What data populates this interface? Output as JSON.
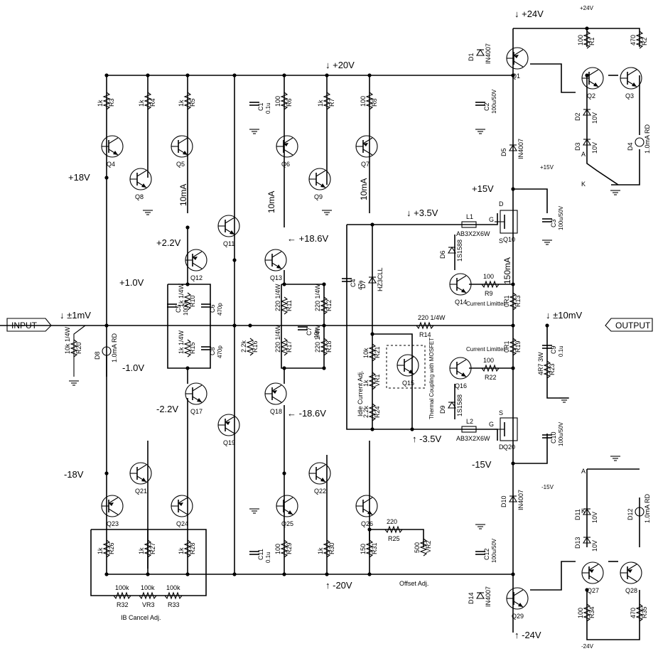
{
  "tags": {
    "input": "INPUT",
    "output": "OUTPUT"
  },
  "voltages": [
    {
      "id": "v-plus24-top",
      "text": "↓  +24V"
    },
    {
      "id": "v-plus24-small",
      "text": "+24V"
    },
    {
      "id": "v-plus20",
      "text": "↓  +20V"
    },
    {
      "id": "v-plus18",
      "text": "+18V"
    },
    {
      "id": "v-plus15",
      "text": "+15V"
    },
    {
      "id": "v-plus15-small",
      "text": "+15V"
    },
    {
      "id": "v-plus3-5",
      "text": "↓  +3.5V"
    },
    {
      "id": "v-plus2-2",
      "text": "+2.2V"
    },
    {
      "id": "v-plus18-6",
      "text": "←  +18.6V"
    },
    {
      "id": "v-plus1-0",
      "text": "+1.0V"
    },
    {
      "id": "v-in-1mv",
      "text": "↓  ±1mV"
    },
    {
      "id": "v-out-10mv",
      "text": "↓  ±10mV"
    },
    {
      "id": "v-minus1-0",
      "text": "-1.0V"
    },
    {
      "id": "v-minus2-2",
      "text": "-2.2V"
    },
    {
      "id": "v-minus18-6",
      "text": "←  -18.6V"
    },
    {
      "id": "v-minus3-5",
      "text": "↑  -3.5V"
    },
    {
      "id": "v-minus18",
      "text": "-18V"
    },
    {
      "id": "v-minus15",
      "text": "-15V"
    },
    {
      "id": "v-minus15-small",
      "text": "-15V"
    },
    {
      "id": "v-minus20",
      "text": "↑  -20V"
    },
    {
      "id": "v-minus24",
      "text": "↑  -24V"
    },
    {
      "id": "v-minus24-small",
      "text": "-24V"
    }
  ],
  "currents": [
    {
      "id": "i-q5",
      "text": "10mA"
    },
    {
      "id": "i-q13",
      "text": "10mA"
    },
    {
      "id": "i-q7",
      "text": "10mA"
    },
    {
      "id": "i-out",
      "text": "150mA"
    }
  ],
  "transistors": [
    "Q1",
    "Q2",
    "Q3",
    "Q4",
    "Q5",
    "Q6",
    "Q7",
    "Q8",
    "Q9",
    "Q10",
    "Q11",
    "Q12",
    "Q13",
    "Q14",
    "Q15",
    "Q16",
    "Q17",
    "Q18",
    "Q19",
    "Q20",
    "Q21",
    "Q22",
    "Q23",
    "Q24",
    "Q25",
    "Q26",
    "Q27",
    "Q28",
    "Q29"
  ],
  "resistors": [
    {
      "ref": "R1",
      "val": "100"
    },
    {
      "ref": "R2",
      "val": "470"
    },
    {
      "ref": "R3",
      "val": "1k"
    },
    {
      "ref": "R4",
      "val": "1k"
    },
    {
      "ref": "R5",
      "val": "1k"
    },
    {
      "ref": "R6",
      "val": "100"
    },
    {
      "ref": "R7",
      "val": "1k"
    },
    {
      "ref": "R8",
      "val": "100"
    },
    {
      "ref": "R9",
      "val": "100"
    },
    {
      "ref": "R10",
      "val": "1k 1/4W"
    },
    {
      "ref": "R11",
      "val": "220 1/4W"
    },
    {
      "ref": "R12",
      "val": "220 1/4W"
    },
    {
      "ref": "R13",
      "val": "0R1"
    },
    {
      "ref": "R14",
      "val": "220 1/4W"
    },
    {
      "ref": "R15",
      "val": "1k 1/4W"
    },
    {
      "ref": "R16",
      "val": "2.2k"
    },
    {
      "ref": "R17",
      "val": "220 1/4W"
    },
    {
      "ref": "R18",
      "val": "220 1/4W"
    },
    {
      "ref": "R19",
      "val": "0R1"
    },
    {
      "ref": "R20",
      "val": "10k 1/4W"
    },
    {
      "ref": "R21",
      "val": "10k"
    },
    {
      "ref": "R22",
      "val": "100"
    },
    {
      "ref": "R23",
      "val": "4R7 3W"
    },
    {
      "ref": "R24",
      "val": "2.2k"
    },
    {
      "ref": "R25",
      "val": "220"
    },
    {
      "ref": "R26",
      "val": "1k"
    },
    {
      "ref": "R27",
      "val": "1k"
    },
    {
      "ref": "R28",
      "val": "1k"
    },
    {
      "ref": "R29",
      "val": "100"
    },
    {
      "ref": "R30",
      "val": "1k"
    },
    {
      "ref": "R31",
      "val": "150"
    },
    {
      "ref": "R32",
      "val": "100k"
    },
    {
      "ref": "R33",
      "val": "100k"
    },
    {
      "ref": "R34",
      "val": "100"
    },
    {
      "ref": "R35",
      "val": "470"
    },
    {
      "ref": "VR1",
      "val": "1k"
    },
    {
      "ref": "VR2",
      "val": "500"
    },
    {
      "ref": "VR3",
      "val": "100k"
    }
  ],
  "capacitors": [
    {
      "ref": "C1",
      "val": "0.1u"
    },
    {
      "ref": "C2",
      "val": "100u/50V"
    },
    {
      "ref": "C3",
      "val": "100u/50V"
    },
    {
      "ref": "C4",
      "val": "47n"
    },
    {
      "ref": "C5",
      "val": "1000p"
    },
    {
      "ref": "C6",
      "val": "470p"
    },
    {
      "ref": "C7",
      "val": "10n"
    },
    {
      "ref": "C8",
      "val": "470p"
    },
    {
      "ref": "C9",
      "val": "0.1u"
    },
    {
      "ref": "C10",
      "val": "100u/50V"
    },
    {
      "ref": "C11",
      "val": "0.1u"
    },
    {
      "ref": "C12",
      "val": "100u/50V"
    }
  ],
  "diodes": [
    {
      "ref": "D1",
      "val": "IN4007"
    },
    {
      "ref": "D2",
      "val": "10V"
    },
    {
      "ref": "D3",
      "val": "10V"
    },
    {
      "ref": "D4",
      "val": "1.0mA RD"
    },
    {
      "ref": "D5",
      "val": "IN4007"
    },
    {
      "ref": "D6",
      "val": "1S1588"
    },
    {
      "ref": "D7",
      "val": "HZ3CLL"
    },
    {
      "ref": "D8",
      "val": "1.0mA RD"
    },
    {
      "ref": "D9",
      "val": "1S1588"
    },
    {
      "ref": "D10",
      "val": "IN4007"
    },
    {
      "ref": "D11",
      "val": "10V"
    },
    {
      "ref": "D12",
      "val": "1.0mA RD"
    },
    {
      "ref": "D13",
      "val": "10V"
    },
    {
      "ref": "D14",
      "val": "IN4007"
    }
  ],
  "inductors": [
    {
      "ref": "L1",
      "val": "AB3X2X6W"
    },
    {
      "ref": "L2",
      "val": "AB3X2X6W"
    }
  ],
  "labels": {
    "current_limiter_top": "Current Limitter",
    "current_limiter_bottom": "Current Limitter",
    "idle_adj": "Idle Current Adj.",
    "thermal": "Thermal Coupling with MOSFET",
    "offset_adj": "Offset Adj.",
    "ib_adj": "IB Cancel Adj.",
    "pin_g1": "G",
    "pin_d1": "D",
    "pin_s1": "S",
    "pin_g2": "G",
    "pin_s2": "S",
    "pin_d2": "D",
    "led_a1": "A",
    "led_k1": "K",
    "led_a2": "A",
    "led_k2": "K"
  }
}
